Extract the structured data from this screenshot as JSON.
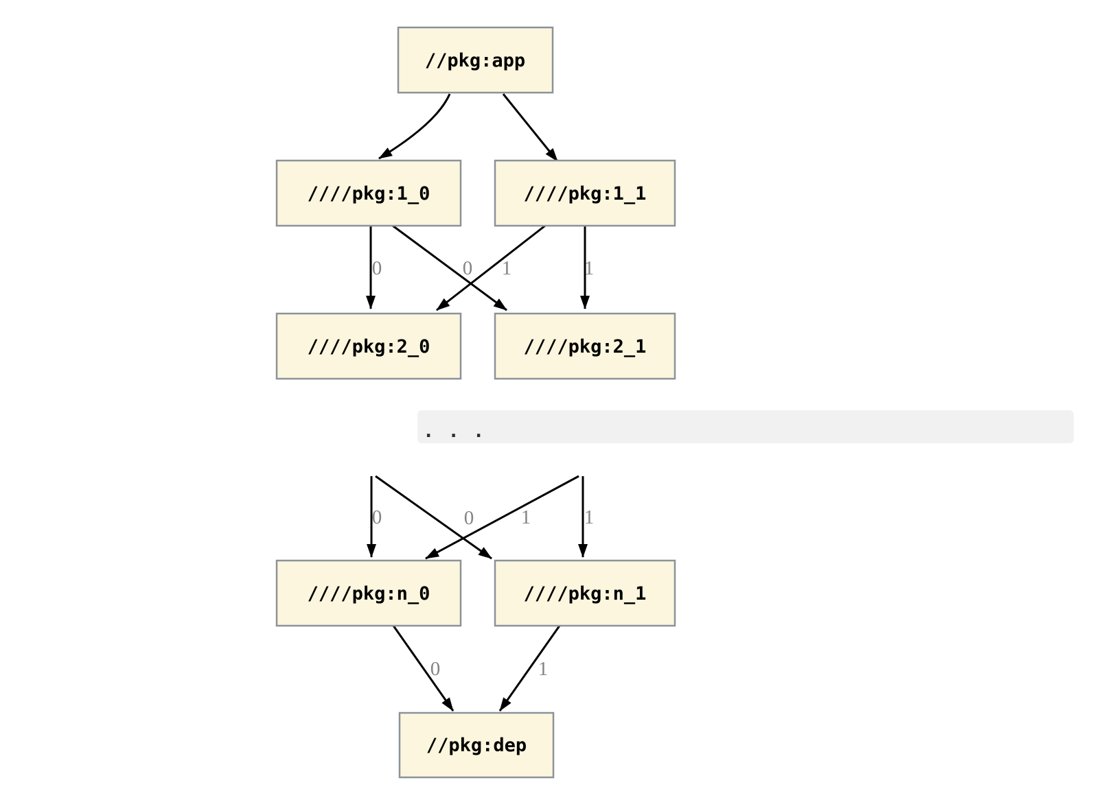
{
  "graph": {
    "nodes": [
      {
        "id": "app",
        "label": "//pkg:app"
      },
      {
        "id": "1_0",
        "label": "////pkg:1_0"
      },
      {
        "id": "1_1",
        "label": "////pkg:1_1"
      },
      {
        "id": "2_0",
        "label": "////pkg:2_0"
      },
      {
        "id": "2_1",
        "label": "////pkg:2_1"
      },
      {
        "id": "n_0",
        "label": "////pkg:n_0"
      },
      {
        "id": "n_1",
        "label": "////pkg:n_1"
      },
      {
        "id": "dep",
        "label": "//pkg:dep"
      }
    ],
    "edges": [
      {
        "from": "//pkg:app",
        "to": "////pkg:1_0"
      },
      {
        "from": "//pkg:app",
        "to": "////pkg:1_1"
      },
      {
        "from": "////pkg:1_0",
        "to": "////pkg:2_0",
        "label": "0"
      },
      {
        "from": "////pkg:1_0",
        "to": "////pkg:2_1",
        "label": "1"
      },
      {
        "from": "////pkg:1_1",
        "to": "////pkg:2_0",
        "label": "0"
      },
      {
        "from": "////pkg:1_1",
        "to": "////pkg:2_1",
        "label": "1"
      },
      {
        "from": "...",
        "to": "////pkg:n_0",
        "label": "0"
      },
      {
        "from": "...",
        "to": "////pkg:n_1",
        "label": "1"
      },
      {
        "from": "...",
        "to": "////pkg:n_0",
        "label": "0"
      },
      {
        "from": "...",
        "to": "////pkg:n_1",
        "label": "1"
      },
      {
        "from": "////pkg:n_0",
        "to": "//pkg:dep",
        "label": "0"
      },
      {
        "from": "////pkg:n_1",
        "to": "//pkg:dep",
        "label": "1"
      }
    ],
    "ellipsis_text": ". . .",
    "colors": {
      "page_bg": "#ffffff",
      "node_fill": "#fcf6de",
      "node_border": "#8b9299",
      "node_text": "#000000",
      "edge": "#000000",
      "edge_label": "#848484",
      "ellipsis_bg": "#f1f1f1",
      "dots": "#2f2f2f"
    }
  }
}
